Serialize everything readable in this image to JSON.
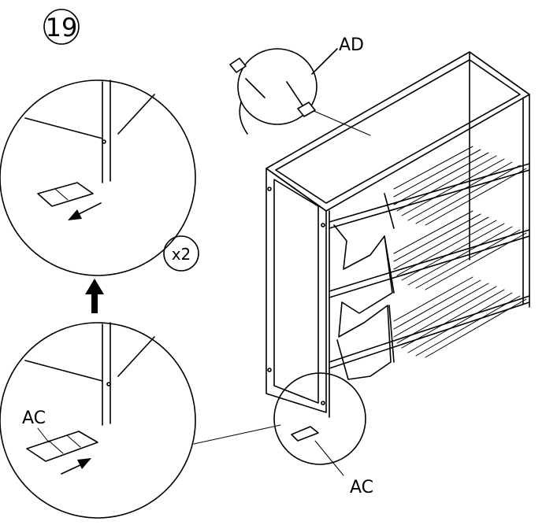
{
  "step": {
    "number": "19"
  },
  "labels": {
    "anchor_kit": "AD",
    "pad_top_callout": "AC",
    "pad_bottom_callout": "AC",
    "quantity": "x2"
  },
  "colors": {
    "ink": "#000000",
    "paper": "#ffffff"
  },
  "icons": [
    "up-arrow-icon",
    "push-arrow-icon",
    "pull-arrow-icon"
  ]
}
